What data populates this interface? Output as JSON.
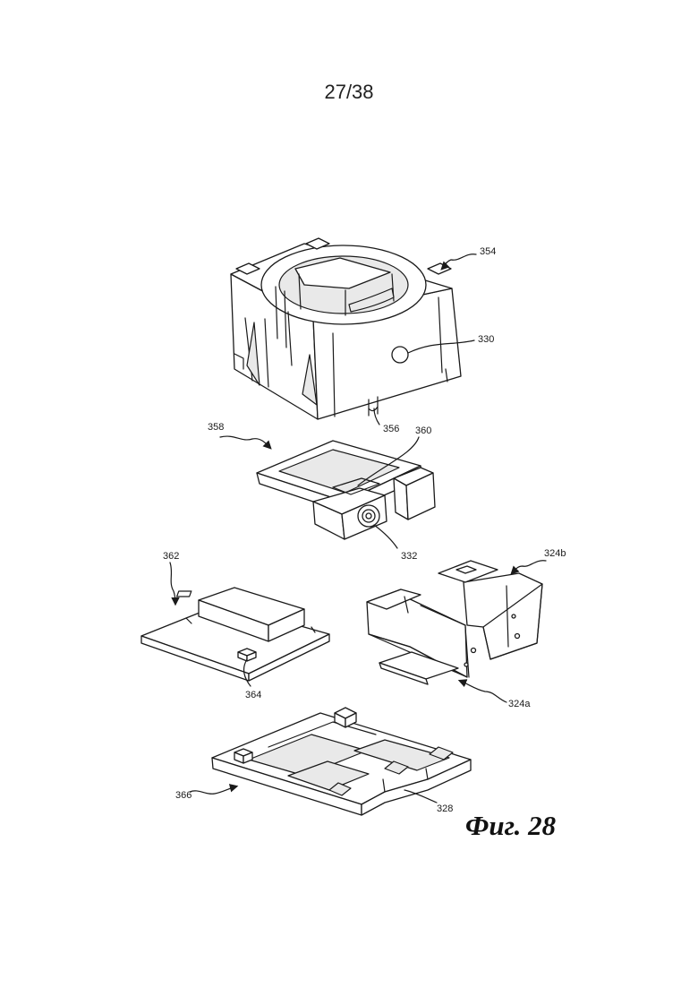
{
  "sheet": {
    "number": "27/38"
  },
  "figure": {
    "caption": "Фиг. 28",
    "labels": {
      "l354": "354",
      "l330": "330",
      "l356": "356",
      "l358": "358",
      "l360": "360",
      "l332": "332",
      "l362": "362",
      "l364": "364",
      "l324b": "324b",
      "l324a": "324a",
      "l366": "366",
      "l328": "328"
    }
  }
}
